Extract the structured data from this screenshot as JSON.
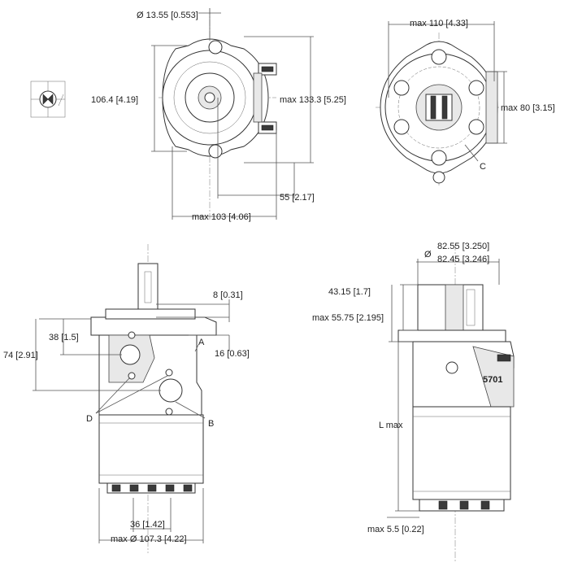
{
  "top_left_view": {
    "bolt_hole_diameter": "Ø 13.55 [0.553]",
    "mount_hole_spacing": "106.4 [4.19]",
    "max_height": "max 133.3 [5.25]",
    "port_offset": "55 [2.17]",
    "max_width": "max 103 [4.06]"
  },
  "top_right_view": {
    "max_width": "max 110 [4.33]",
    "max_height": "max 80 [3.15]",
    "callout_c": "C"
  },
  "bottom_left_view": {
    "flange_thickness": "8 [0.31]",
    "port_a_height": "38 [1.5]",
    "port_b_height": "74 [2.91]",
    "pilot_depth": "16 [0.63]",
    "callout_a": "A",
    "callout_b": "B",
    "callout_d": "D",
    "shaft_offset": "36 [1.42]",
    "max_diameter": "max Ø 107.3 [4.22]"
  },
  "bottom_right_view": {
    "pilot_diameter_symbol": "Ø",
    "pilot_diameter_max": "82.55 [3.250]",
    "pilot_diameter_min": "82.45 [3.246]",
    "shaft_length": "43.15 [1.7]",
    "shaft_length_max": "max 55.75 [2.195]",
    "model_label": "5701",
    "overall_length": "L max",
    "end_clearance": "max 5.5 [0.22]"
  }
}
